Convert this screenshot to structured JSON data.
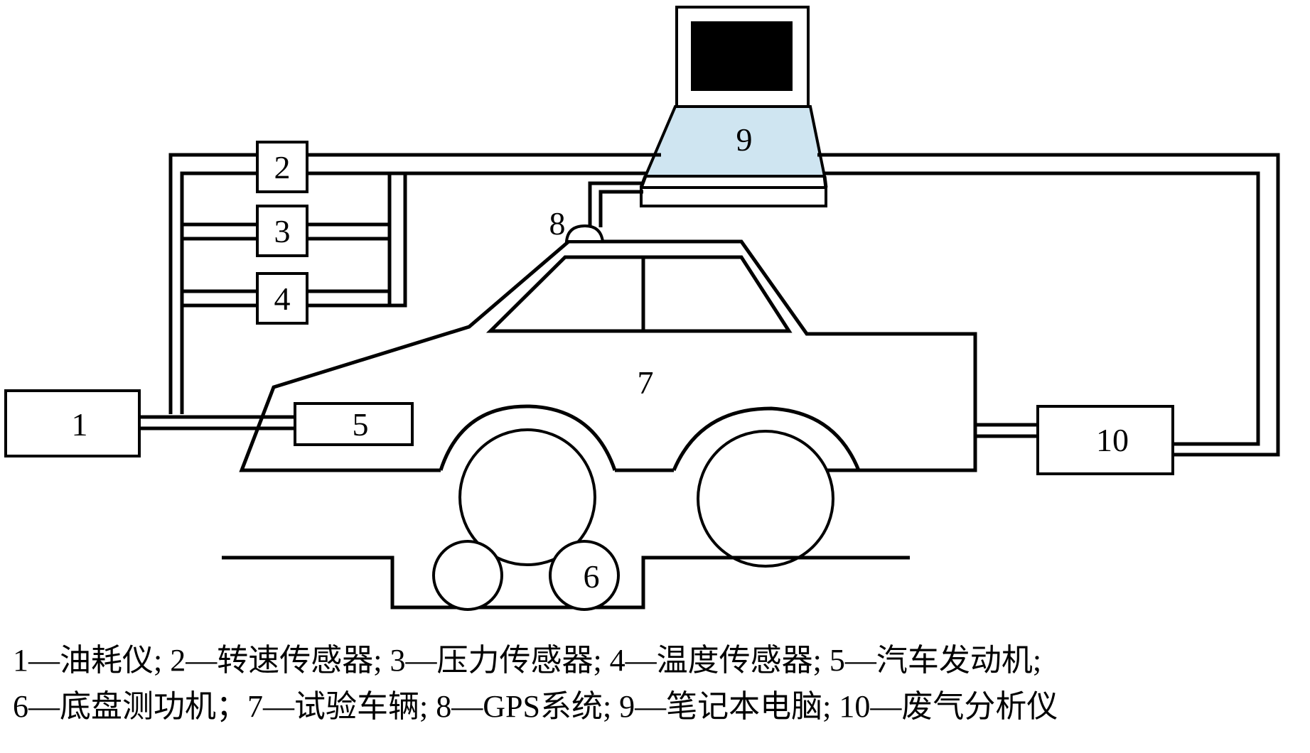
{
  "labels": {
    "fuel_meter": "1",
    "speed_sensor": "2",
    "pressure_sensor": "3",
    "temperature_sensor": "4",
    "engine": "5",
    "dynamometer": "6",
    "vehicle": "7",
    "gps": "8",
    "laptop": "9",
    "exhaust_analyzer": "10"
  },
  "legend": {
    "line1": "1—油耗仪; 2—转速传感器; 3—压力传感器; 4—温度传感器; 5—汽车发动机;",
    "line2": "6—底盘测功机；7—试验车辆; 8—GPS系统; 9—笔记本电脑; 10—废气分析仪"
  },
  "colors": {
    "laptop_base": "#cfe5f1",
    "screen": "#000000",
    "stroke": "#000000"
  }
}
